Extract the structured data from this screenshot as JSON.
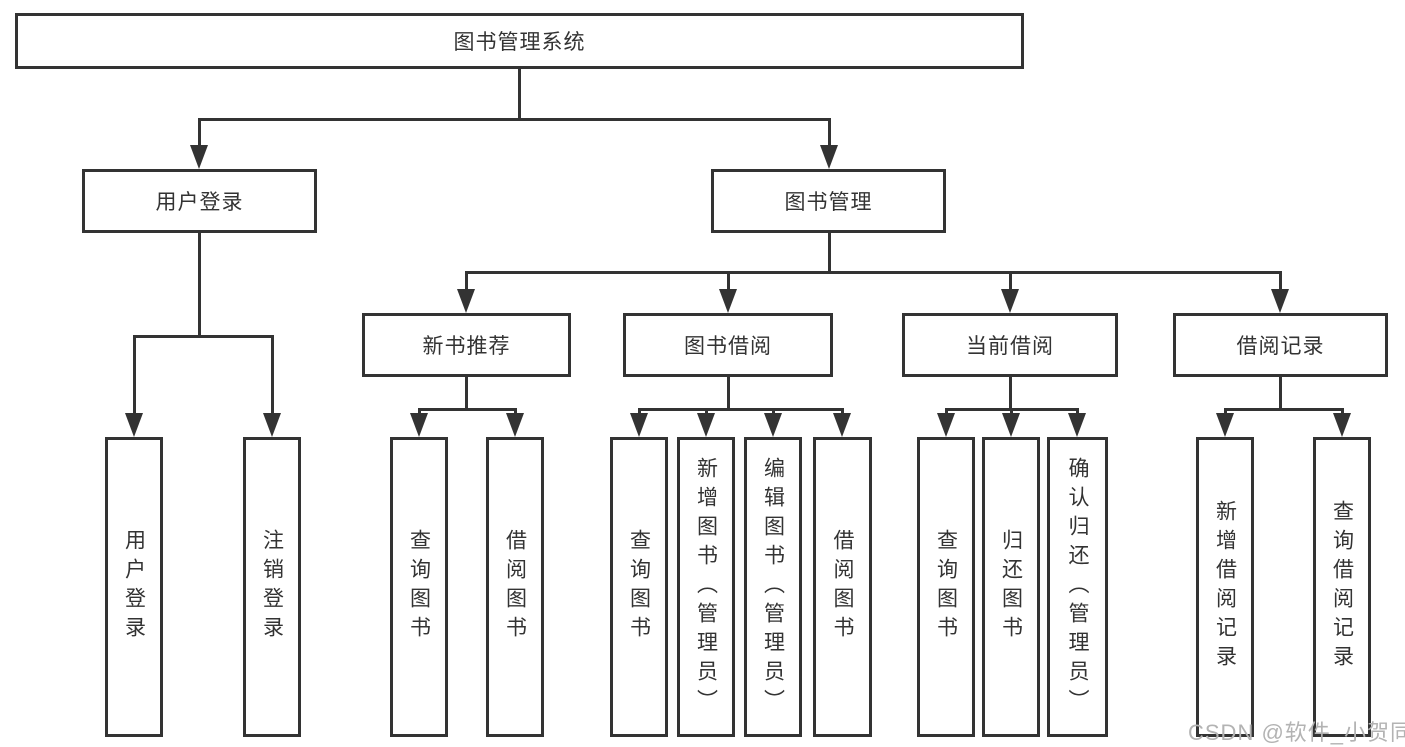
{
  "title": "图书管理系统",
  "watermark": "CSDN @软件_小贺同学",
  "colors": {
    "line": "#333333",
    "box_border": "#333333",
    "box_background": "#ffffff",
    "text": "#333333",
    "watermark": "#b3b3b3"
  },
  "nodes": {
    "root": "图书管理系统",
    "l2_user_login": "用户登录",
    "l2_book_mgmt": "图书管理",
    "l3_new_book": "新书推荐",
    "l3_borrowing": "图书借阅",
    "l3_current": "当前借阅",
    "l3_records": "借阅记录",
    "leaf_user_login": "用户登录",
    "leaf_logout": "注销登录",
    "leaf_nb_query": "查询图书",
    "leaf_nb_borrow": "借阅图书",
    "leaf_bb_query": "查询图书",
    "leaf_bb_add": "新增图书（管理员）",
    "leaf_bb_edit": "编辑图书（管理员）",
    "leaf_bb_borrow": "借阅图书",
    "leaf_cb_query": "查询图书",
    "leaf_cb_return": "归还图书",
    "leaf_cb_confirm": "确认归还（管理员）",
    "leaf_rec_add": "新增借阅记录",
    "leaf_rec_query": "查询借阅记录"
  },
  "edges": [
    [
      "图书管理系统",
      "用户登录"
    ],
    [
      "图书管理系统",
      "图书管理"
    ],
    [
      "用户登录",
      "用户登录"
    ],
    [
      "用户登录",
      "注销登录"
    ],
    [
      "图书管理",
      "新书推荐"
    ],
    [
      "图书管理",
      "图书借阅"
    ],
    [
      "图书管理",
      "当前借阅"
    ],
    [
      "图书管理",
      "借阅记录"
    ],
    [
      "新书推荐",
      "查询图书"
    ],
    [
      "新书推荐",
      "借阅图书"
    ],
    [
      "图书借阅",
      "查询图书"
    ],
    [
      "图书借阅",
      "新增图书（管理员）"
    ],
    [
      "图书借阅",
      "编辑图书（管理员）"
    ],
    [
      "图书借阅",
      "借阅图书"
    ],
    [
      "当前借阅",
      "查询图书"
    ],
    [
      "当前借阅",
      "归还图书"
    ],
    [
      "当前借阅",
      "确认归还（管理员）"
    ],
    [
      "借阅记录",
      "新增借阅记录"
    ],
    [
      "借阅记录",
      "查询借阅记录"
    ]
  ]
}
